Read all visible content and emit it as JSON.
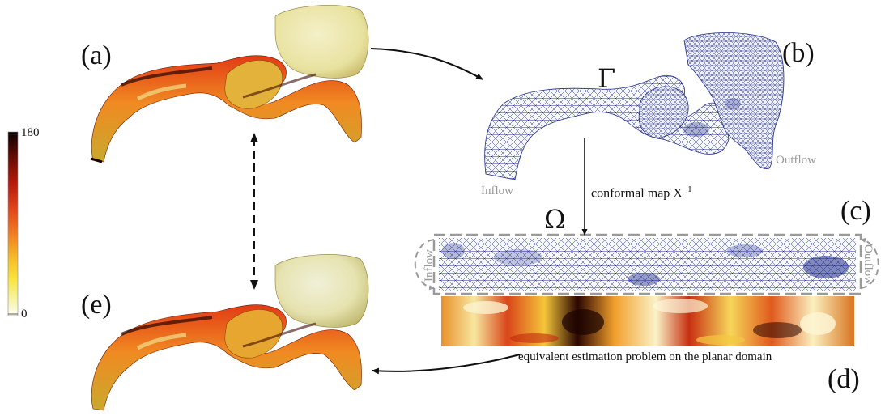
{
  "panels": {
    "a": "(a)",
    "b": "(b)",
    "c": "(c)",
    "d": "(d)",
    "e": "(e)"
  },
  "symbols": {
    "surface": "Γ",
    "planar_domain": "Ω"
  },
  "labels": {
    "inflow_b": "Inflow",
    "outflow_b": "Outflow",
    "inflow_c": "Inflow",
    "outflow_c": "Outflow",
    "conformal_map": "conformal map X",
    "conformal_map_exp": "−1",
    "estimation": "equivalent estimation problem on the planar domain"
  },
  "colorbar": {
    "max_label": "180",
    "min_label": "0",
    "colors": [
      "#0a0000",
      "#5a0b05",
      "#b51a0b",
      "#e0461a",
      "#f07d22",
      "#f6b92a",
      "#f8e43c",
      "#f6f29a",
      "#fdfdf5"
    ]
  }
}
